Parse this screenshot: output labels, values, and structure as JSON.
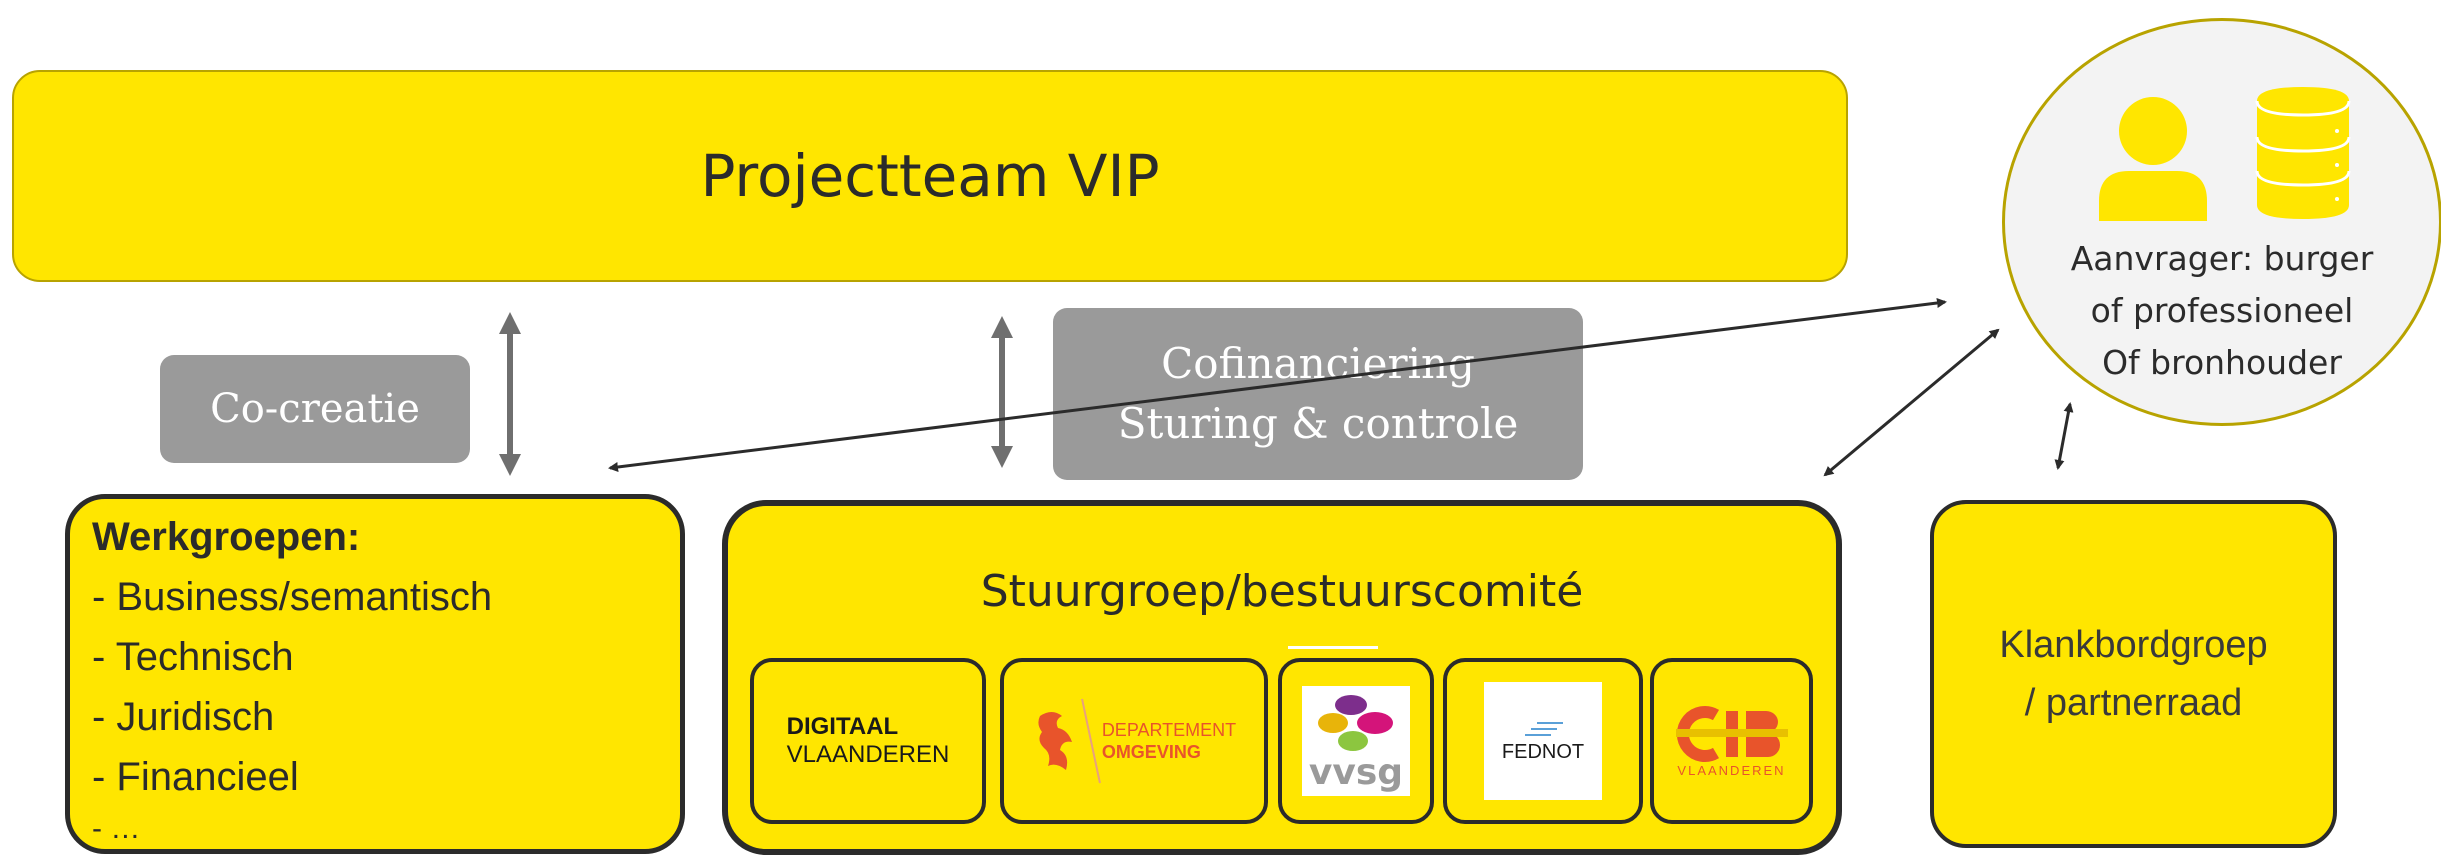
{
  "projectteam": {
    "title": "Projectteam VIP"
  },
  "cocreatie": {
    "label": "Co-creatie"
  },
  "cofinanciering": {
    "line1": "Cofinanciering",
    "line2": "Sturing & controle"
  },
  "werkgroepen": {
    "heading": "Werkgroepen:",
    "items": [
      "- Business/semantisch",
      "- Technisch",
      "- Juridisch",
      "- Financieel",
      "- …"
    ]
  },
  "stuurgroep": {
    "title": "Stuurgroep/bestuurscomité",
    "logos": {
      "digitaal_vlaanderen": {
        "line1": "DIGITAAL",
        "line2": "VLAANDEREN"
      },
      "departement_omgeving": {
        "line1": "DEPARTEMENT",
        "line2": "OMGEVING"
      },
      "vvsg": {
        "text": "vvsg"
      },
      "fednot": {
        "text": "FEDNOT"
      },
      "vlaanderen": {
        "text": "VLAANDEREN"
      }
    }
  },
  "klankbordgroep": {
    "line1": "Klankbordgroep",
    "line2": "/ partnerraad"
  },
  "aanvrager": {
    "line1": "Aanvrager: burger",
    "line2": "of professioneel",
    "line3": "Of bronhouder"
  },
  "colors": {
    "yellow": "#ffe600",
    "gray_box": "#9a9a9a",
    "dark": "#2b2b2b",
    "omgeving_orange": "#e8542b",
    "vvsg_purple": "#7d2e8c",
    "vvsg_pink": "#d4147a",
    "vvsg_green": "#8cc63f"
  }
}
